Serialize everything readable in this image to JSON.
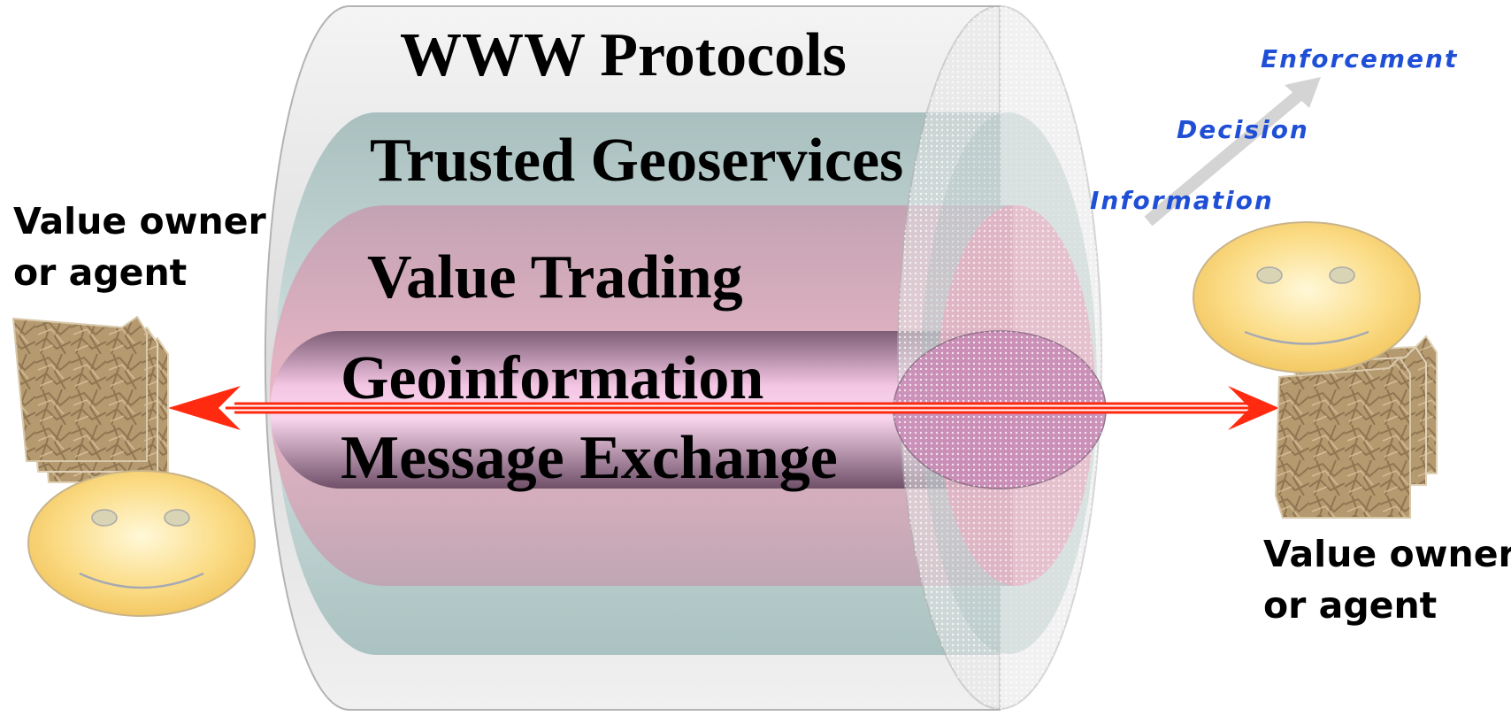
{
  "layers": {
    "outer": "WWW Protocols",
    "second": "Trusted Geoservices",
    "third": "Value Trading",
    "inner_line1": "Geoinformation",
    "inner_line2": "Message Exchange"
  },
  "left_owner": {
    "line1": "Value owner",
    "line2": "or agent"
  },
  "right_owner": {
    "line1": "Value owner",
    "line2": "or agent"
  },
  "progression": {
    "step1": "Information",
    "step2": "Decision",
    "step3": "Enforcement",
    "color": "#1f4fd6"
  },
  "colors": {
    "arrow": "#ff2a10",
    "smiley": "#f6cf6f",
    "layer_outer": "#e8e8e8",
    "layer_second": "#bfd3d2",
    "layer_third": "#dba9b7",
    "layer_inner": "#d59cbc"
  }
}
